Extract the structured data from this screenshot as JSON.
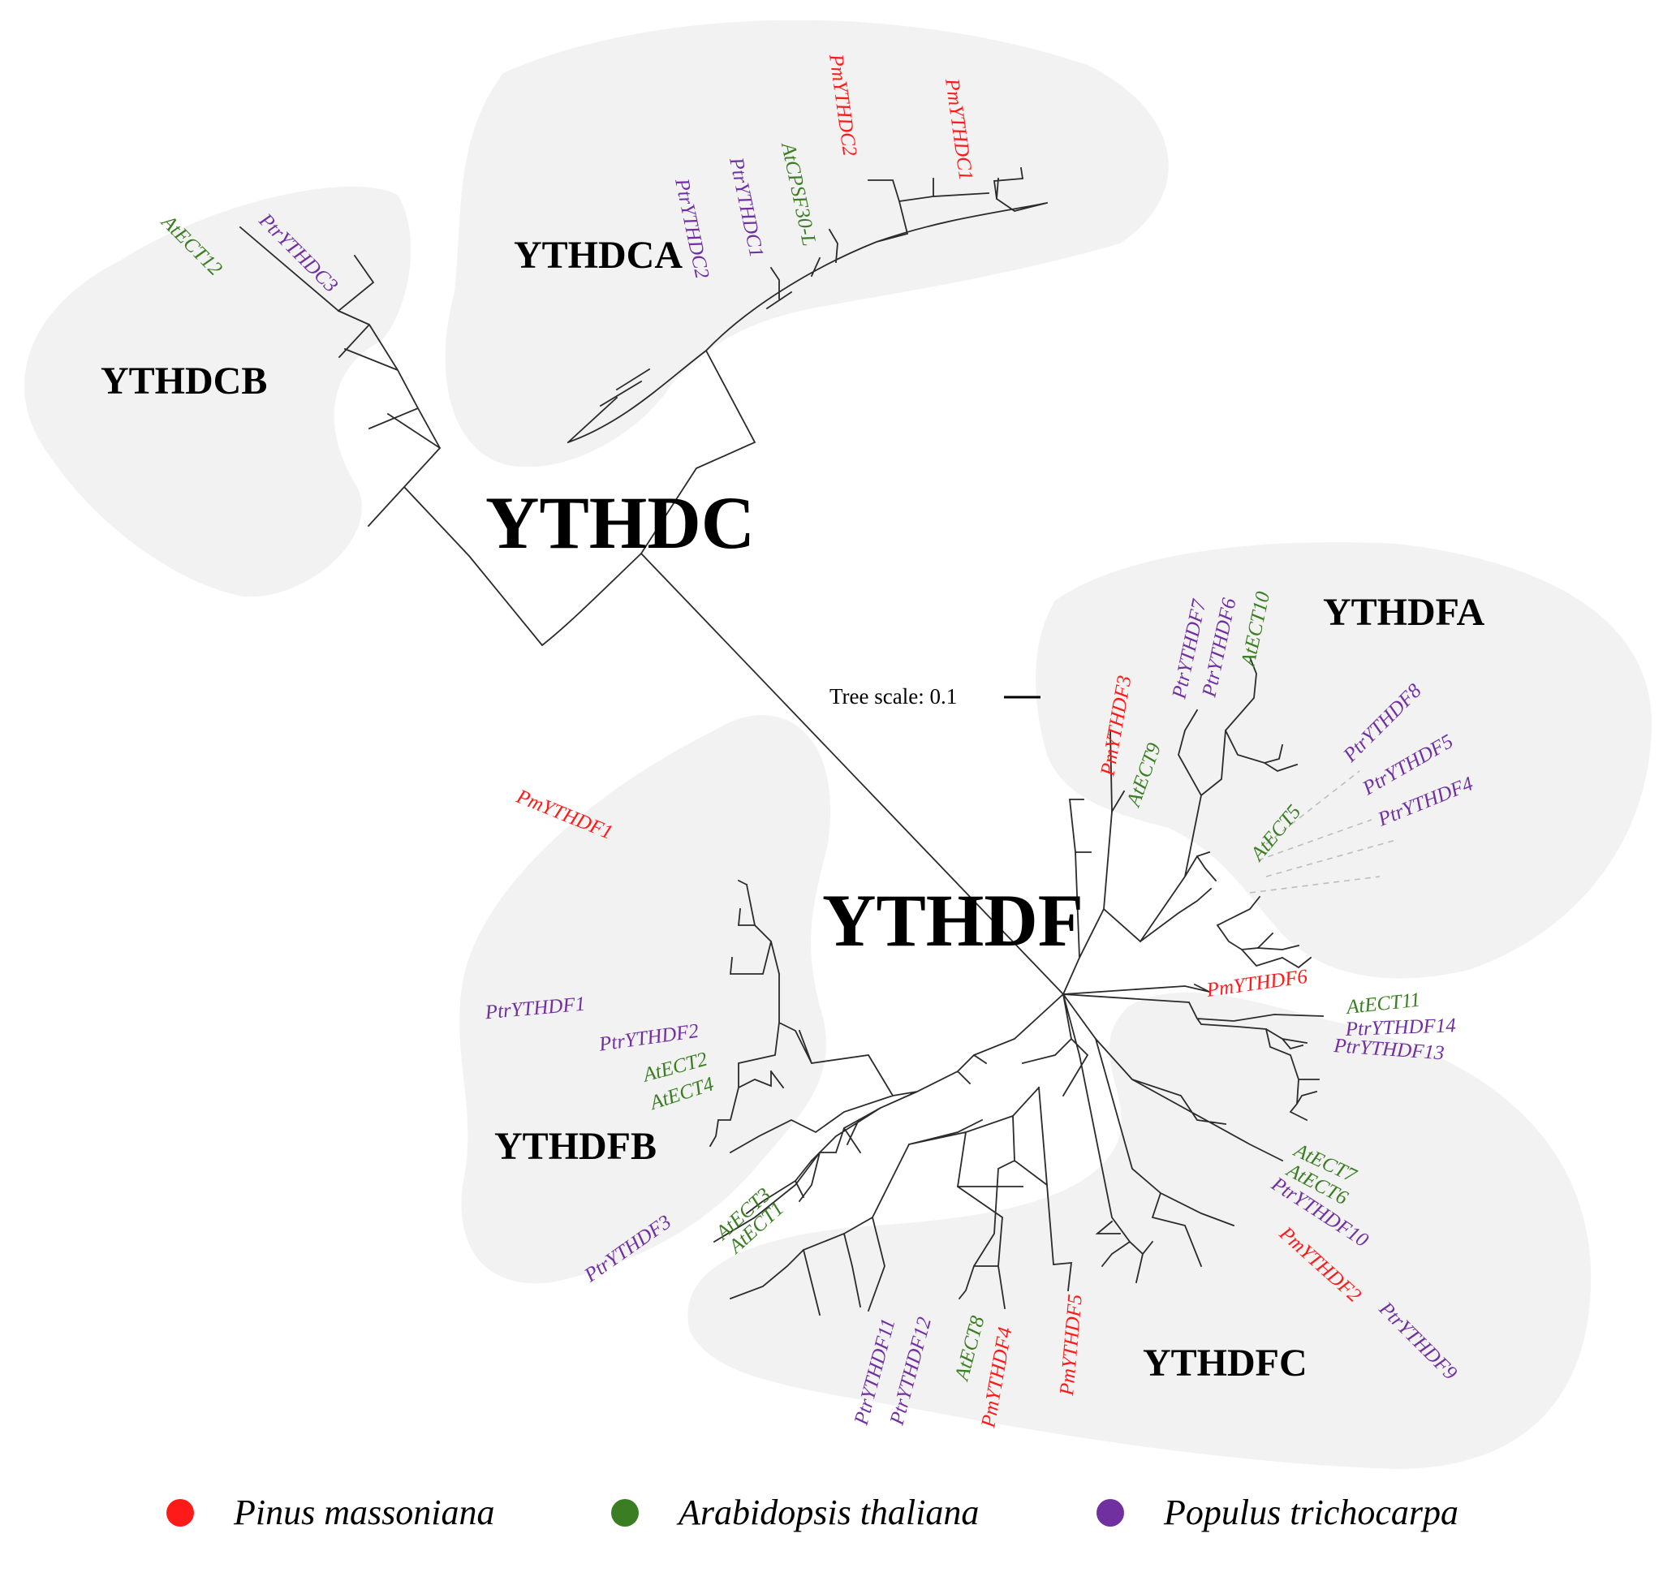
{
  "colors": {
    "pinus": "#ff1a1a",
    "arabidopsis": "#3a7d22",
    "populus": "#7030a0",
    "background_blob": "#f2f2f2",
    "branch": "#2b2b2b"
  },
  "families": {
    "ythdc": "YTHDC",
    "ythdf": "YTHDF"
  },
  "clades": {
    "ythdca": "YTHDCA",
    "ythdcb": "YTHDCB",
    "ythdfa": "YTHDFA",
    "ythdfb": "YTHDFB",
    "ythdfc": "YTHDFC"
  },
  "scale": {
    "label": "Tree scale: 0.1"
  },
  "legend": {
    "items": [
      {
        "label": "Pinus massoniana",
        "color": "#ff1a1a"
      },
      {
        "label": "Arabidopsis thaliana",
        "color": "#3a7d22"
      },
      {
        "label": "Populus trichocarpa",
        "color": "#7030a0"
      }
    ]
  },
  "leaves": {
    "atect12": "AtECT12",
    "ptrythdc3": "PtrYTHDC3",
    "ptrythdc2": "PtrYTHDC2",
    "ptrythdc1": "PtrYTHDC1",
    "atcpsf30l": "AtCPSF30-L",
    "pmythdc2": "PmYTHDC2",
    "pmythdc1": "PmYTHDC1",
    "ptrythdf7": "PtrYTHDF7",
    "ptrythdf6": "PtrYTHDF6",
    "atect10": "AtECT10",
    "pmythdf3": "PmYTHDF3",
    "atect9": "AtECT9",
    "ptrythdf8": "PtrYTHDF8",
    "ptrythdf5": "PtrYTHDF5",
    "ptrythdf4": "PtrYTHDF4",
    "atect5": "AtECT5",
    "pmythdf1": "PmYTHDF1",
    "ptrythdf1": "PtrYTHDF1",
    "ptrythdf2": "PtrYTHDF2",
    "atect2": "AtECT2",
    "atect4": "AtECT4",
    "ptrythdf3": "PtrYTHDF3",
    "atect3": "AtECT3",
    "atect1": "AtECT1",
    "pmythdf6": "PmYTHDF6",
    "atect11": "AtECT11",
    "ptrythdf14": "PtrYTHDF14",
    "ptrythdf13": "PtrYTHDF13",
    "atect7": "AtECT7",
    "atect6": "AtECT6",
    "ptrythdf10": "PtrYTHDF10",
    "pmythdf2": "PmYTHDF2",
    "ptrythdf9": "PtrYTHDF9",
    "ptrythdf11": "PtrYTHDF11",
    "ptrythdf12": "PtrYTHDF12",
    "atect8": "AtECT8",
    "pmythdf4": "PmYTHDF4",
    "pmythdf5": "PmYTHDF5"
  }
}
